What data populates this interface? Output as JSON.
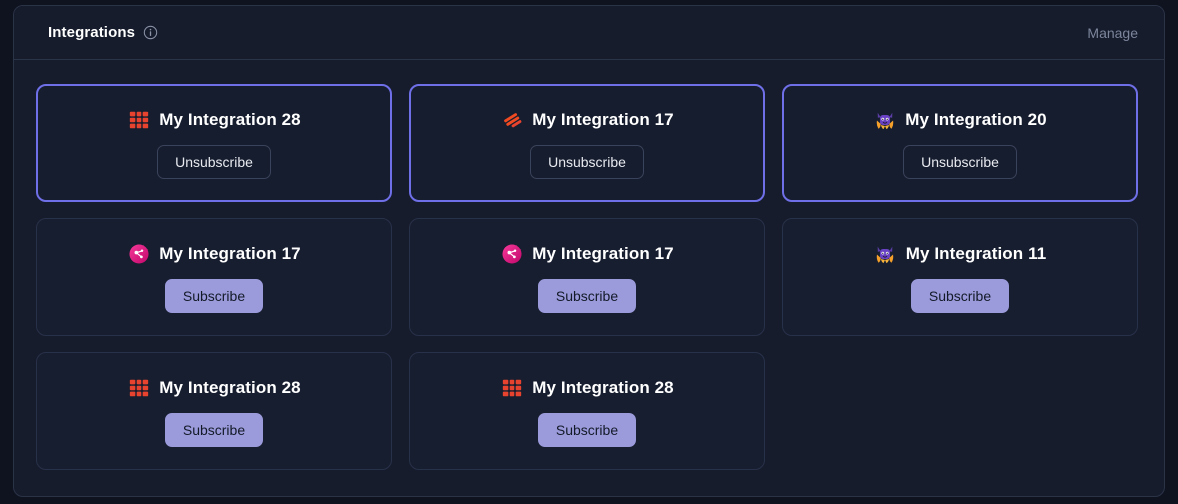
{
  "header": {
    "title": "Integrations",
    "info_icon": "info-circle-icon",
    "manage_label": "Manage"
  },
  "theme": {
    "page_background": "#0f1320",
    "panel_background": "#161c2c",
    "panel_border": "#2b3347",
    "card_background": "#171e2f",
    "card_border": "#28314a",
    "card_border_active": "#6f6fe8",
    "subscribe_button_bg": "#9b9bdc",
    "subscribe_button_text": "#141a28",
    "unsubscribe_button_border": "#3a435c",
    "title_text": "#ffffff",
    "manage_text": "#7c859c"
  },
  "cards": [
    {
      "title": "My Integration 28",
      "icon": "red-grid-blocks-icon",
      "subscribed": true,
      "button_label": "Unsubscribe"
    },
    {
      "title": "My Integration 17",
      "icon": "orange-slanted-bars-icon",
      "subscribed": true,
      "button_label": "Unsubscribe"
    },
    {
      "title": "My Integration 20",
      "icon": "purple-fox-mascot-icon",
      "subscribed": true,
      "button_label": "Unsubscribe"
    },
    {
      "title": "My Integration 17",
      "icon": "pink-circle-node-icon",
      "subscribed": false,
      "button_label": "Subscribe"
    },
    {
      "title": "My Integration 17",
      "icon": "pink-circle-node-icon",
      "subscribed": false,
      "button_label": "Subscribe"
    },
    {
      "title": "My Integration 11",
      "icon": "purple-fox-mascot-icon",
      "subscribed": false,
      "button_label": "Subscribe"
    },
    {
      "title": "My Integration 28",
      "icon": "red-grid-blocks-icon",
      "subscribed": false,
      "button_label": "Subscribe"
    },
    {
      "title": "My Integration 28",
      "icon": "red-grid-blocks-icon",
      "subscribed": false,
      "button_label": "Subscribe"
    }
  ]
}
